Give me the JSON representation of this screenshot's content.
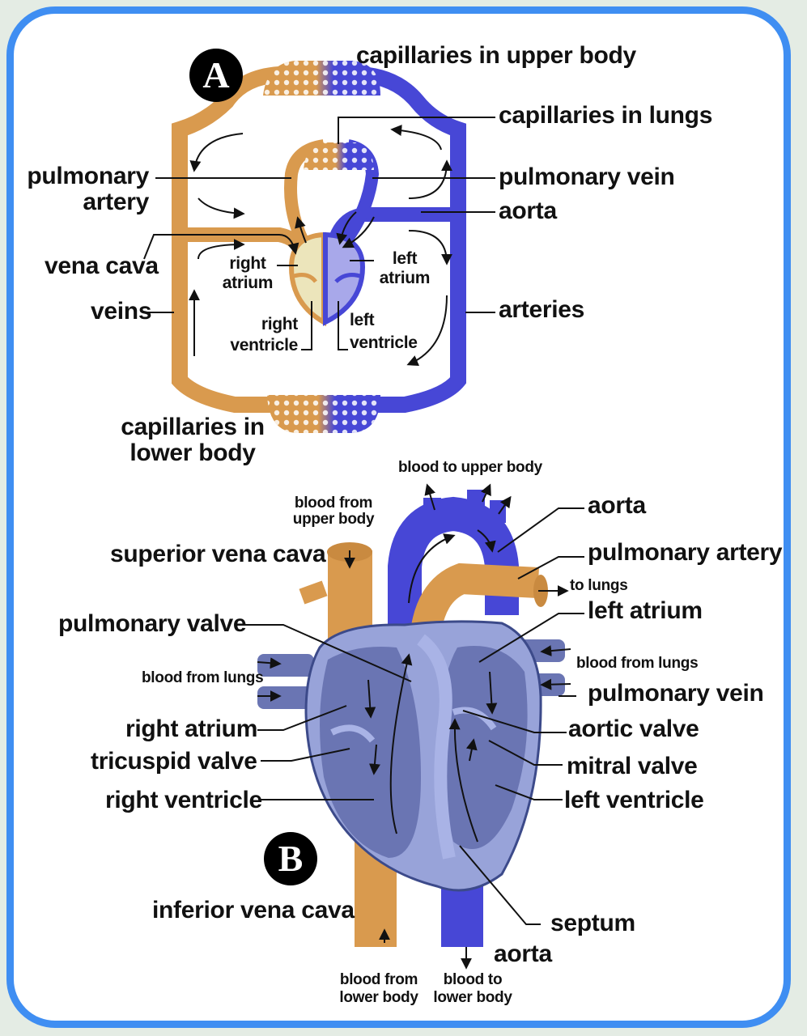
{
  "diagram_a": {
    "badge": "A",
    "capillaries_upper_body": "capillaries in upper body",
    "capillaries_lungs": "capillaries in lungs",
    "pulmonary_artery": [
      "pulmonary",
      "artery"
    ],
    "pulmonary_vein": "pulmonary vein",
    "aorta": "aorta",
    "vena_cava": "vena cava",
    "right_atrium": [
      "right",
      "atrium"
    ],
    "left_atrium": [
      "left",
      "atrium"
    ],
    "veins": "veins",
    "arteries": "arteries",
    "right_ventricle": [
      "right",
      "ventricle"
    ],
    "left_ventricle": [
      "left",
      "ventricle"
    ],
    "capillaries_lower_body": [
      "capillaries in",
      "lower body"
    ]
  },
  "diagram_b": {
    "badge": "B",
    "blood_to_upper_body": "blood to upper body",
    "blood_from_upper_body": [
      "blood from",
      "upper body"
    ],
    "aorta_top": "aorta",
    "superior_vena_cava": "superior vena cava",
    "pulmonary_artery": "pulmonary artery",
    "to_lungs": "to lungs",
    "left_atrium": "left atrium",
    "pulmonary_valve": "pulmonary valve",
    "blood_from_lungs_left": "blood from lungs",
    "blood_from_lungs_right": "blood from lungs",
    "pulmonary_vein": "pulmonary vein",
    "right_atrium": "right atrium",
    "aortic_valve": "aortic valve",
    "tricuspid_valve": "tricuspid valve",
    "mitral_valve": "mitral valve",
    "right_ventricle": "right ventricle",
    "left_ventricle": "left ventricle",
    "inferior_vena_cava": "inferior vena cava",
    "septum": "septum",
    "aorta_bottom": "aorta",
    "blood_from_lower_body": [
      "blood from",
      "lower body"
    ],
    "blood_to_lower_body": [
      "blood to",
      "lower body"
    ]
  },
  "colors": {
    "frame": "#3f8ef2",
    "deoxygenated": "#d99a4e",
    "oxygenated": "#4747d6",
    "heart_body": "#98a3d9",
    "heart_chamber": "#6a75b3",
    "right_atrium_fill": "#ece5bb",
    "left_atrium_fill": "#a8a8ea"
  }
}
